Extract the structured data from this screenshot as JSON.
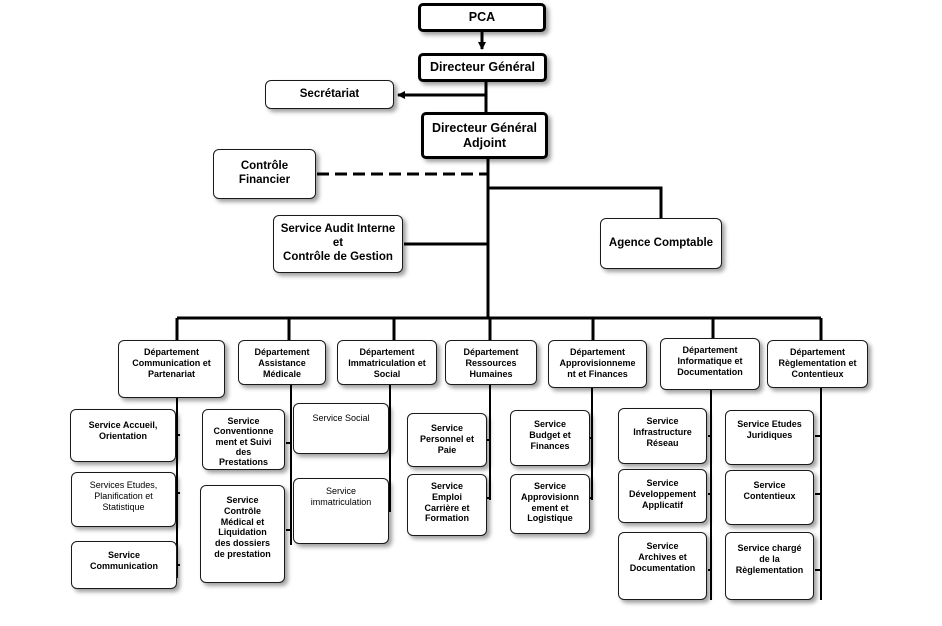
{
  "org": {
    "pca": "PCA",
    "dg": "Directeur Général",
    "secretariat": "Secrétariat",
    "dga": "Directeur Général\nAdjoint",
    "controle_financier": "Contrôle\nFinancier",
    "audit": "Service Audit Interne\net\nContrôle de Gestion",
    "agence_comptable": "Agence  Comptable"
  },
  "departments": [
    {
      "name": "Département\nCommunication et\nPartenariat",
      "services": [
        "Service Accueil,\nOrientation",
        "Services Etudes,\nPlanification et\nStatistique",
        "Service\nCommunication"
      ]
    },
    {
      "name": "Département\nAssistance\nMédicale",
      "services": [
        "Service\nConventionne\nment et Suivi\ndes\nPrestations",
        "Service\nContrôle\nMédical et\nLiquidation\ndes dossiers\nde prestation"
      ]
    },
    {
      "name": "Département\nImmatriculation et\nSocial",
      "services": [
        "Service Social",
        "Service\nimmatriculation"
      ]
    },
    {
      "name": "Département\nRessources\nHumaines",
      "services": [
        "Service\nPersonnel et\nPaie",
        "Service\nEmploi\nCarrière et\nFormation"
      ]
    },
    {
      "name": "Département\nApprovisionneme\nnt et Finances",
      "services": [
        "Service\nBudget et\nFinances",
        "Service\nApprovisionn\nement et\nLogistique"
      ]
    },
    {
      "name": "Département\nInformatique et\nDocumentation",
      "services": [
        "Service\nInfrastructure\nRéseau",
        "Service\nDéveloppement\nApplicatif",
        "Service\nArchives et\nDocumentation"
      ]
    },
    {
      "name": "Département\nRèglementation et\nContentieux",
      "services": [
        "Service Etudes\nJuridiques",
        "Service\nContentieux",
        "Service chargé\nde la\nRèglementation"
      ]
    }
  ]
}
